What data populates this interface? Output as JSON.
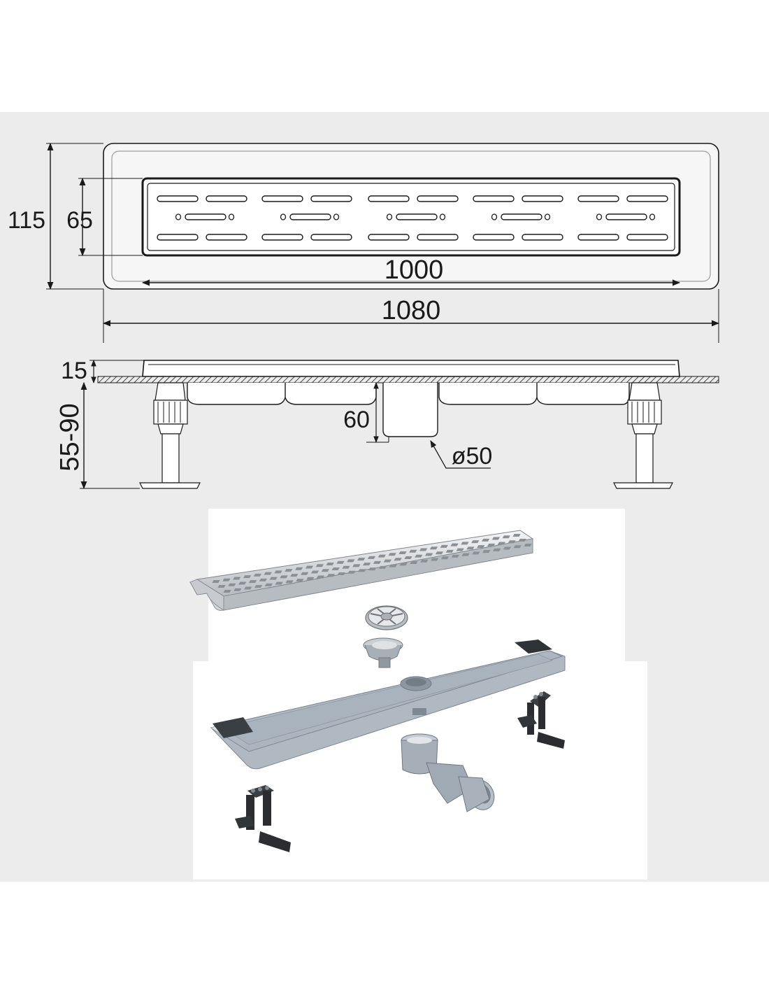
{
  "drawing": {
    "top_view": {
      "dim_total_depth": "115",
      "dim_grate_depth": "65",
      "dim_grate_length": "1000",
      "dim_total_length": "1080"
    },
    "side_view": {
      "dim_frame_height": "15",
      "dim_leg_height": "55-90",
      "dim_outlet_depth": "60",
      "dim_outlet_diameter": "ø50"
    }
  },
  "colors": {
    "background": "#ececec",
    "line": "#1a1a1a",
    "steel": "#c9ccd0",
    "tray": "#a9b3bd",
    "plastic_black": "#2b2d30",
    "outlet_grey": "#9aa3ad"
  },
  "parts": [
    "grate-icon",
    "drain-sieve-icon",
    "odor-trap-icon",
    "channel-body-icon",
    "siphon-outlet-icon",
    "adjustable-leg-icon"
  ]
}
